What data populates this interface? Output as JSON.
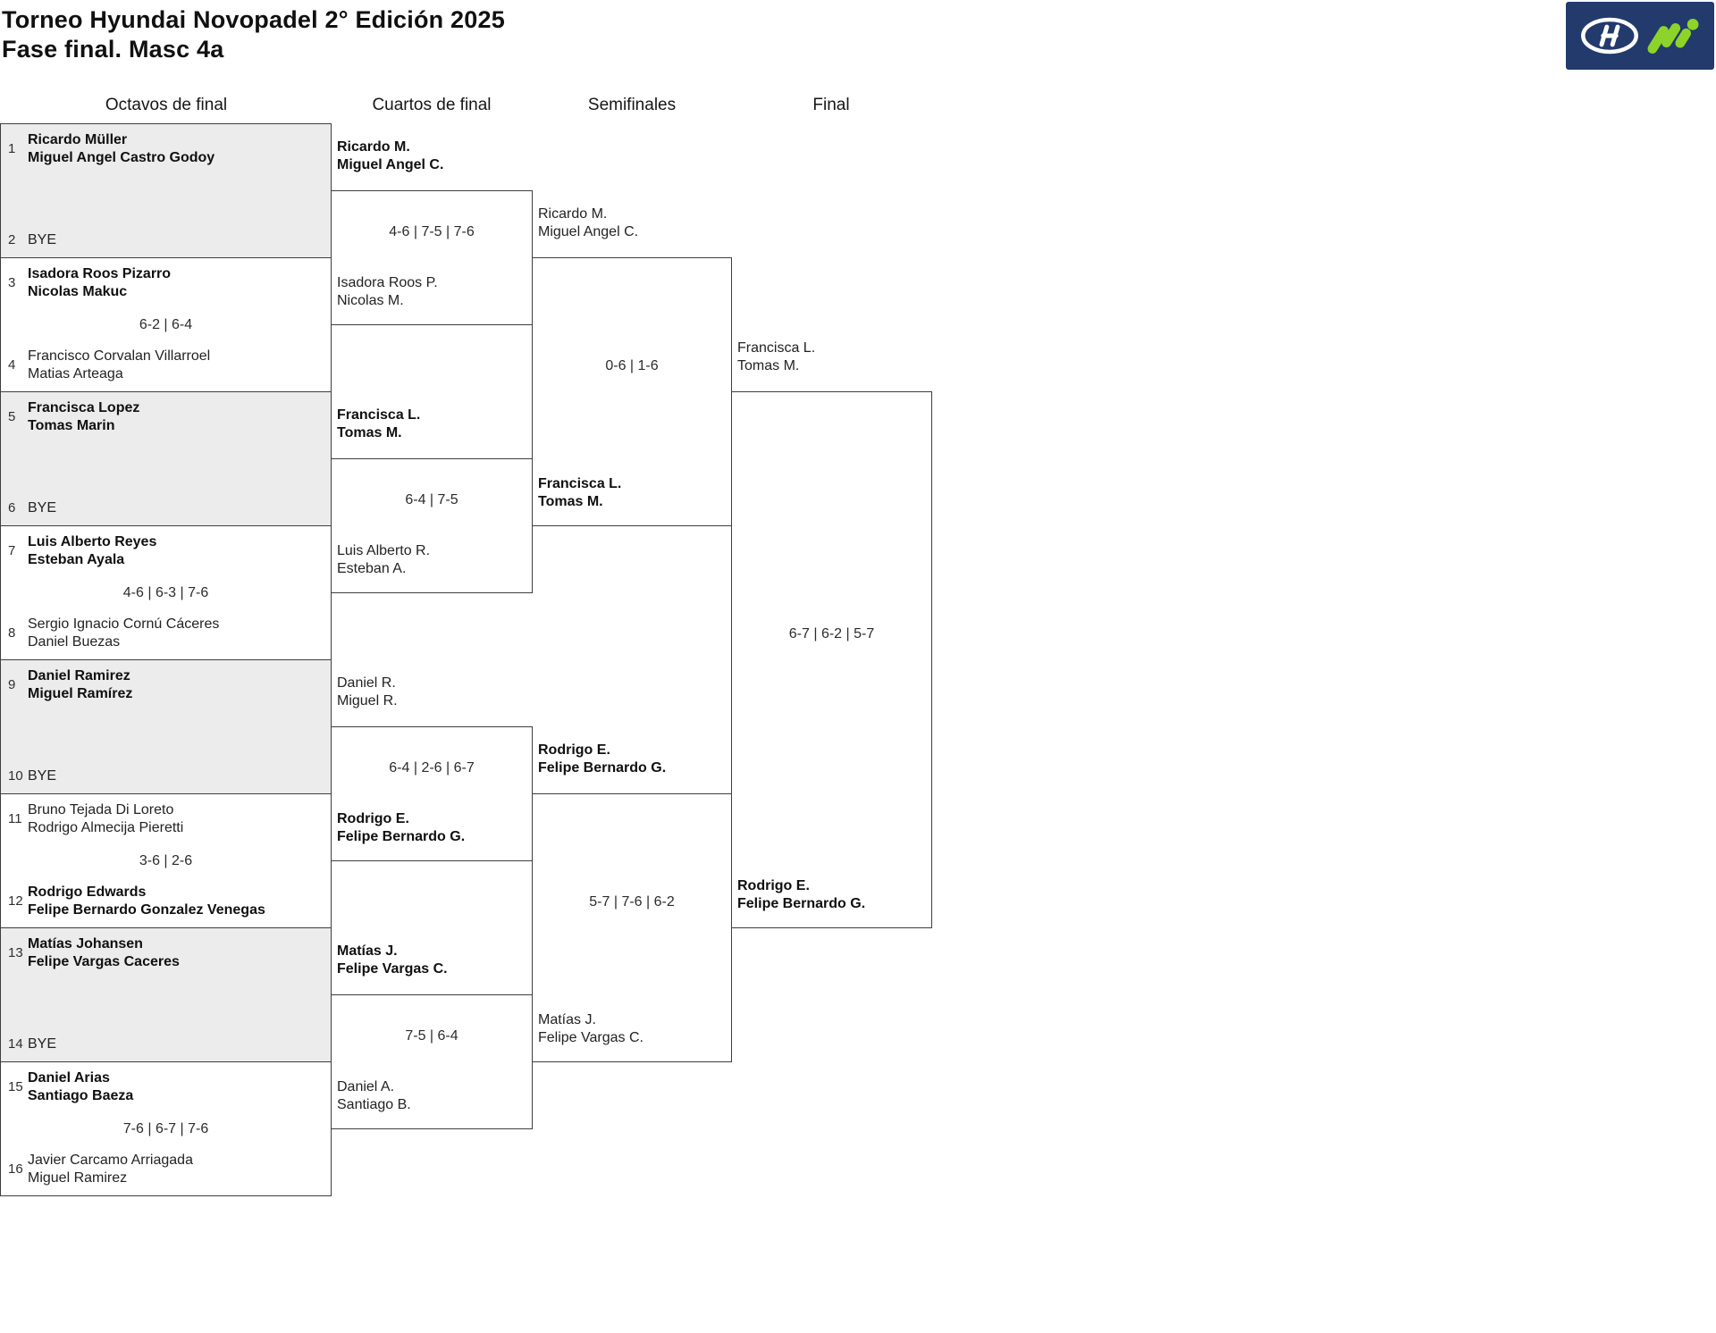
{
  "page": {
    "title_line1": "Torneo Hyundai Novopadel 2° Edición 2025",
    "title_line2": "Fase final. Masc 4a"
  },
  "logo": {
    "hyundai_icon": "hyundai-ellipse-h-logo",
    "mi_icon": "green-m-dot-logo",
    "panel_color": "#223a6c",
    "green": "#8dd32a",
    "white": "#ffffff"
  },
  "colors": {
    "bye_box_fill": "#ececec",
    "box_border": "#3e3e3e",
    "text": "#1c1c1c"
  },
  "round_headers": [
    "Octavos de final",
    "Cuartos de final",
    "Semifinales",
    "Final"
  ],
  "bracket": {
    "octavos": [
      {
        "seed_top": "1",
        "team_top": [
          "Ricardo Müller",
          "Miguel Angel Castro Godoy"
        ],
        "top_winner": true,
        "seed_bottom": "2",
        "team_bottom": [
          "BYE"
        ],
        "bottom_winner": false,
        "bye": true,
        "score": ""
      },
      {
        "seed_top": "3",
        "team_top": [
          "Isadora Roos Pizarro",
          "Nicolas Makuc"
        ],
        "top_winner": true,
        "seed_bottom": "4",
        "team_bottom": [
          "Francisco Corvalan Villarroel",
          "Matias Arteaga"
        ],
        "bottom_winner": false,
        "bye": false,
        "score": "6-2 | 6-4"
      },
      {
        "seed_top": "5",
        "team_top": [
          "Francisca Lopez",
          "Tomas Marin"
        ],
        "top_winner": true,
        "seed_bottom": "6",
        "team_bottom": [
          "BYE"
        ],
        "bottom_winner": false,
        "bye": true,
        "score": ""
      },
      {
        "seed_top": "7",
        "team_top": [
          "Luis Alberto Reyes",
          "Esteban Ayala"
        ],
        "top_winner": true,
        "seed_bottom": "8",
        "team_bottom": [
          "Sergio Ignacio Cornú Cáceres",
          "Daniel Buezas"
        ],
        "bottom_winner": false,
        "bye": false,
        "score": "4-6 | 6-3 | 7-6"
      },
      {
        "seed_top": "9",
        "team_top": [
          "Daniel Ramirez",
          "Miguel Ramírez"
        ],
        "top_winner": true,
        "seed_bottom": "10",
        "team_bottom": [
          "BYE"
        ],
        "bottom_winner": false,
        "bye": true,
        "score": ""
      },
      {
        "seed_top": "11",
        "team_top": [
          "Bruno Tejada Di Loreto",
          "Rodrigo Almecija Pieretti"
        ],
        "top_winner": false,
        "seed_bottom": "12",
        "team_bottom": [
          "Rodrigo Edwards",
          "Felipe Bernardo Gonzalez Venegas"
        ],
        "bottom_winner": true,
        "bye": false,
        "score": "3-6 | 2-6"
      },
      {
        "seed_top": "13",
        "team_top": [
          "Matías Johansen",
          "Felipe Vargas Caceres"
        ],
        "top_winner": true,
        "seed_bottom": "14",
        "team_bottom": [
          "BYE"
        ],
        "bottom_winner": false,
        "bye": true,
        "score": ""
      },
      {
        "seed_top": "15",
        "team_top": [
          "Daniel Arias",
          "Santiago Baeza"
        ],
        "top_winner": true,
        "seed_bottom": "16",
        "team_bottom": [
          "Javier Carcamo Arriagada",
          "Miguel Ramirez"
        ],
        "bottom_winner": false,
        "bye": false,
        "score": "7-6 | 6-7 | 7-6"
      }
    ],
    "cuartos": [
      {
        "team_top": [
          "Ricardo M.",
          "Miguel Angel C."
        ],
        "top_winner": true,
        "team_bottom": [
          "Isadora Roos P.",
          "Nicolas M."
        ],
        "bottom_winner": false,
        "score": "4-6 | 7-5 | 7-6"
      },
      {
        "team_top": [
          "Francisca L.",
          "Tomas M."
        ],
        "top_winner": true,
        "team_bottom": [
          "Luis Alberto R.",
          "Esteban A."
        ],
        "bottom_winner": false,
        "score": "6-4 | 7-5"
      },
      {
        "team_top": [
          "Daniel R.",
          "Miguel R."
        ],
        "top_winner": false,
        "team_bottom": [
          "Rodrigo E.",
          "Felipe Bernardo G."
        ],
        "bottom_winner": true,
        "score": "6-4 | 2-6 | 6-7"
      },
      {
        "team_top": [
          "Matías J.",
          "Felipe Vargas C."
        ],
        "top_winner": true,
        "team_bottom": [
          "Daniel A.",
          "Santiago B."
        ],
        "bottom_winner": false,
        "score": "7-5 | 6-4"
      }
    ],
    "semifinales": [
      {
        "team_top": [
          "Ricardo M.",
          "Miguel Angel C."
        ],
        "top_winner": false,
        "team_bottom": [
          "Francisca L.",
          "Tomas M."
        ],
        "bottom_winner": true,
        "score": "0-6 | 1-6"
      },
      {
        "team_top": [
          "Rodrigo E.",
          "Felipe Bernardo G."
        ],
        "top_winner": true,
        "team_bottom": [
          "Matías J.",
          "Felipe Vargas C."
        ],
        "bottom_winner": false,
        "score": "5-7 | 7-6 | 6-2"
      }
    ],
    "final": [
      {
        "team_top": [
          "Francisca L.",
          "Tomas M."
        ],
        "top_winner": false,
        "team_bottom": [
          "Rodrigo E.",
          "Felipe Bernardo G."
        ],
        "bottom_winner": true,
        "score": "6-7 | 6-2 | 5-7"
      }
    ]
  }
}
